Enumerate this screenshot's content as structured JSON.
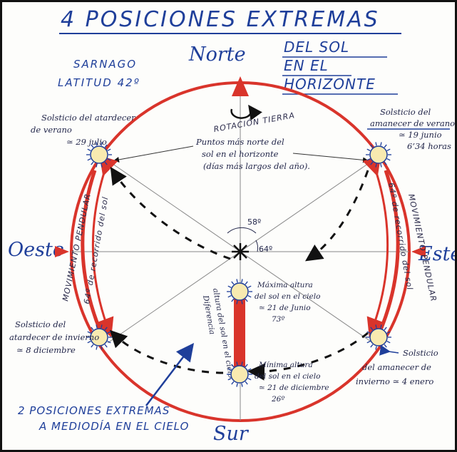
{
  "title": "4 POSICIONES EXTREMAS",
  "subtitle_lines": [
    "DEL SOL",
    "EN EL",
    "HORIZONTE"
  ],
  "location": {
    "place": "SARNAGO",
    "latitude": "LATITUD 42º"
  },
  "cardinals": {
    "north": "Norte",
    "south": "Sur",
    "east": "Este",
    "west": "Oeste"
  },
  "rotation_label": "ROTACIÓN TIERRA",
  "center_note": [
    "Puntos más norte del",
    "sol en el horizonte",
    "(días más largos del año)."
  ],
  "solstices": {
    "summer_sunset": [
      "Solsticio del atardecer",
      "de verano",
      "≃ 29 julio"
    ],
    "summer_sunrise": [
      "Solsticio del",
      "amanecer de verano",
      "≃ 19 junio",
      "6’34 horas"
    ],
    "winter_sunset": [
      "Solsticio del",
      "atardecer de invierno",
      "≃ 8 diciembre"
    ],
    "winter_sunrise": [
      "Solsticio",
      "del amanecer de",
      "invierno ≃ 4 enero"
    ]
  },
  "noon": {
    "max": [
      "Máxima altura",
      "del sol en el cielo",
      "≃ 21 de Junio",
      "73º"
    ],
    "min": [
      "Mínima altura",
      "del sol en el cielo",
      "≃ 21 de diciembre",
      "26º"
    ],
    "difference": [
      "Diferencia",
      "altura del sol en el cielo."
    ]
  },
  "arcs": {
    "west_outer": "MOVIMIENTO PENDULAR",
    "west_inner": "64º de recorrido del sol",
    "east_outer": "MOVIMIENTO PENDULAR",
    "east_inner": "64º de recorrido del sol"
  },
  "angles": {
    "a58": "58º",
    "a64": "64º"
  },
  "bottom_note": [
    "2 POSICIONES EXTREMAS",
    "A MEDIODÍA EN EL CIELO"
  ],
  "colors": {
    "red": "#d9342b",
    "blue": "#1f3f9a",
    "sun": "#f8eab0",
    "ink": "#22264a"
  }
}
